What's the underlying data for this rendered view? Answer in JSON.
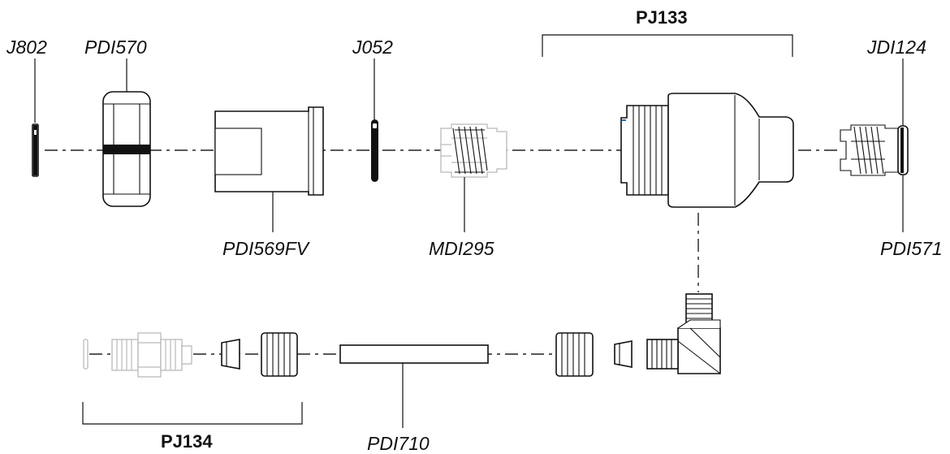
{
  "labels": {
    "j802": "J802",
    "pdi570": "PDI570",
    "j052": "J052",
    "pj133": "PJ133",
    "jdi124": "JDI124",
    "pdi569fv": "PDI569FV",
    "mdi295": "MDI295",
    "pdi571": "PDI571",
    "pj134": "PJ134",
    "pdi710": "PDI710"
  },
  "colors": {
    "ink": "#111111",
    "faded_part": "#b9b9b9",
    "background": "#ffffff"
  }
}
